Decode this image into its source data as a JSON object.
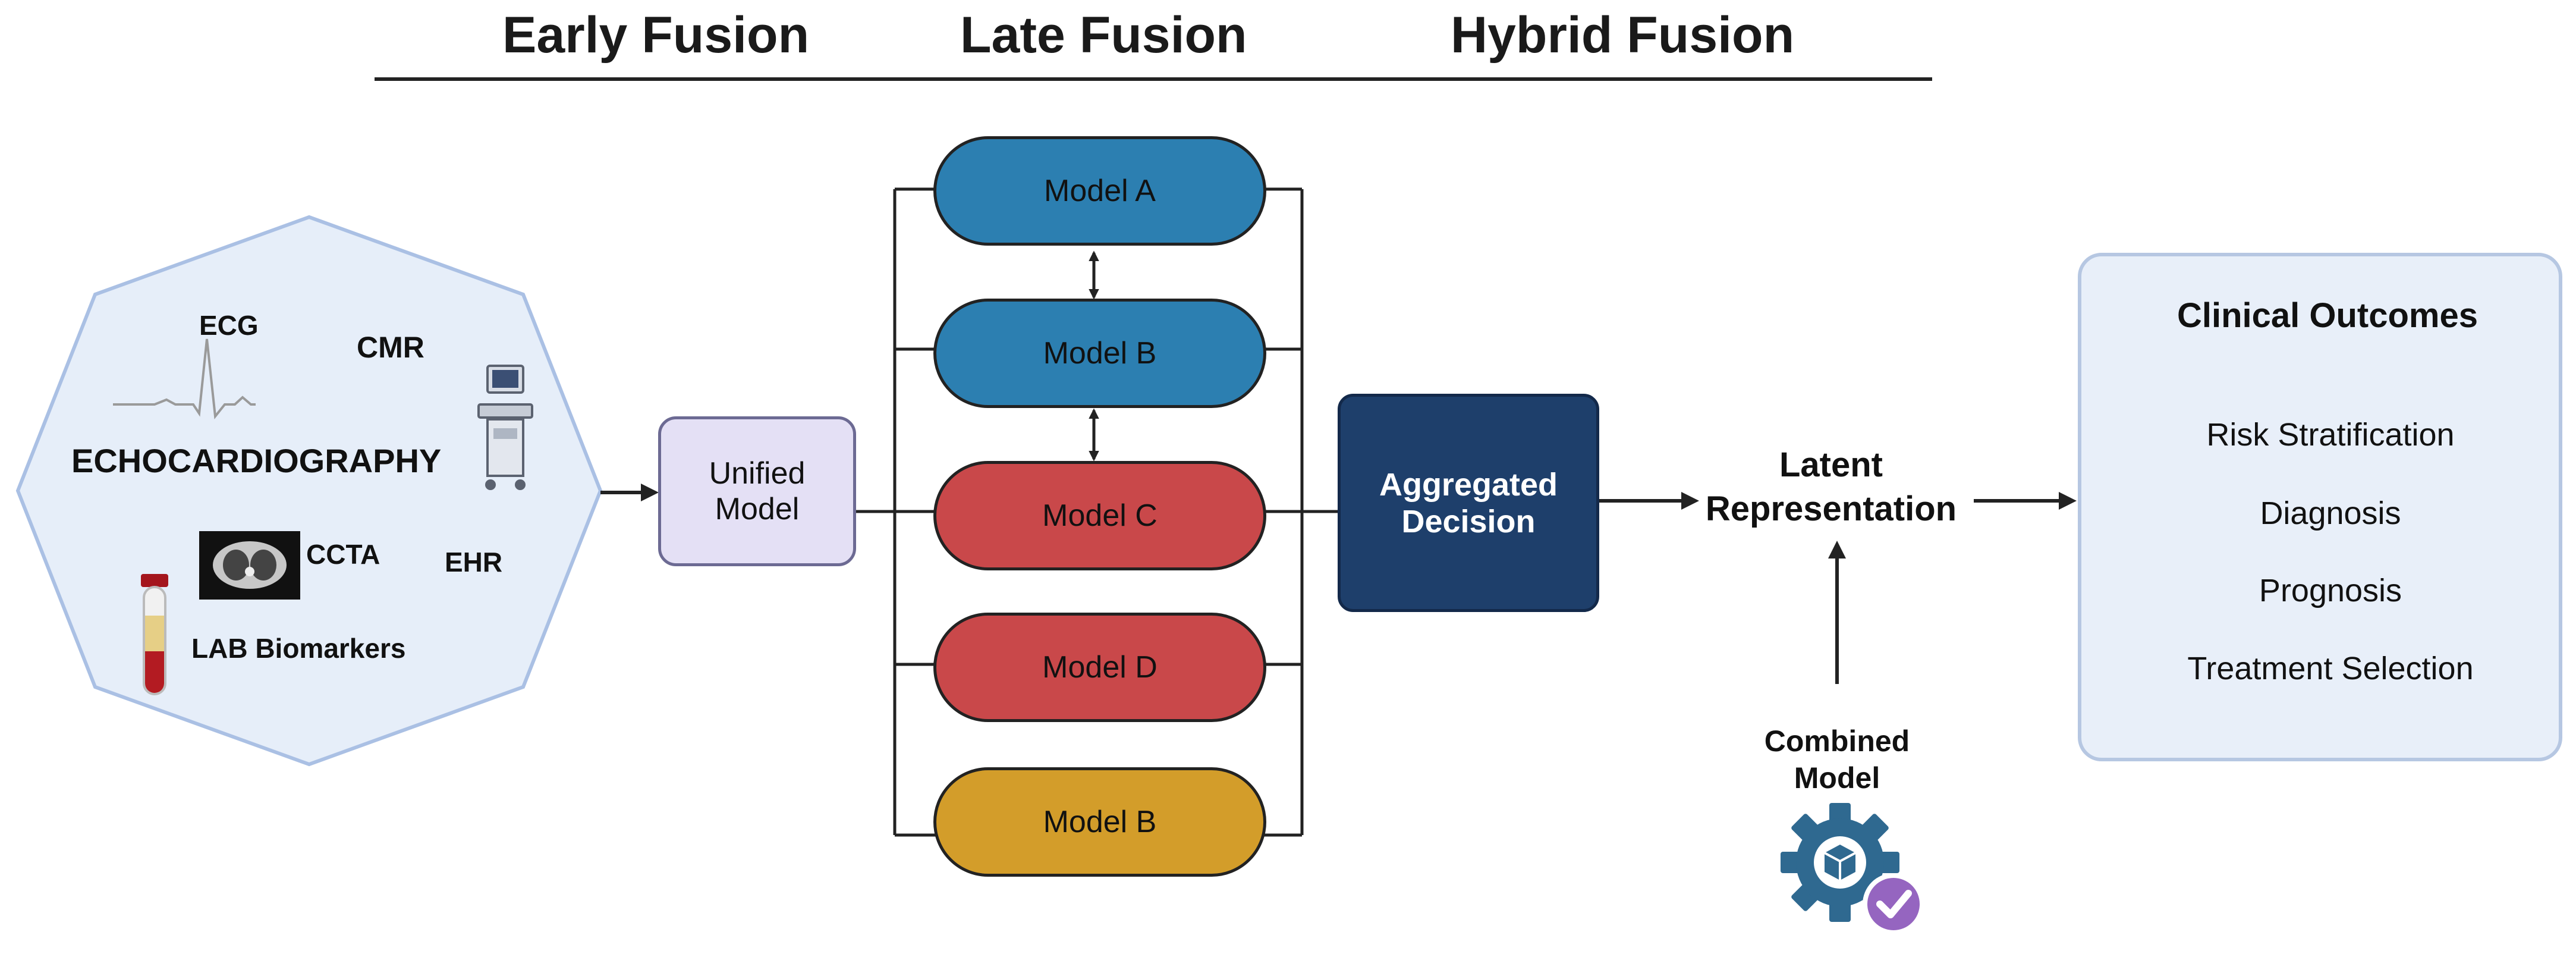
{
  "headings": {
    "early": "Early Fusion",
    "late": "Late Fusion",
    "hybrid": "Hybrid Fusion"
  },
  "modalities": {
    "ecg": "ECG",
    "cmr": "CMR",
    "echo": "ECHOCARDIOGRAPHY",
    "ccta": "CCTA",
    "ehr": "EHR",
    "lab": "LAB Biomarkers"
  },
  "unified_model": {
    "line1": "Unified",
    "line2": "Model"
  },
  "models": [
    {
      "label": "Model A",
      "color": "#2c7fb1"
    },
    {
      "label": "Model B",
      "color": "#2c7fb1"
    },
    {
      "label": "Model C",
      "color": "#c9484a"
    },
    {
      "label": "Model D",
      "color": "#c9484a"
    },
    {
      "label": "Model B",
      "color": "#d39d2a"
    }
  ],
  "aggregated": {
    "line1": "Aggregated",
    "line2": "Decision"
  },
  "latent": {
    "line1": "Latent",
    "line2": "Representation"
  },
  "combined": {
    "line1": "Combined",
    "line2": "Model"
  },
  "outcomes": {
    "title": "Clinical Outcomes",
    "items": [
      "Risk Stratification",
      "Diagnosis",
      "Prognosis",
      "Treatment Selection"
    ]
  },
  "colors": {
    "octagon_fill": "#e6eef9",
    "octagon_stroke": "#aac0e4",
    "unified_fill": "#e4e0f5",
    "aggregated_fill": "#1e3f6b",
    "outcomes_fill": "#e8eff9",
    "gear": "#2f6990",
    "check": "#9565c0"
  }
}
